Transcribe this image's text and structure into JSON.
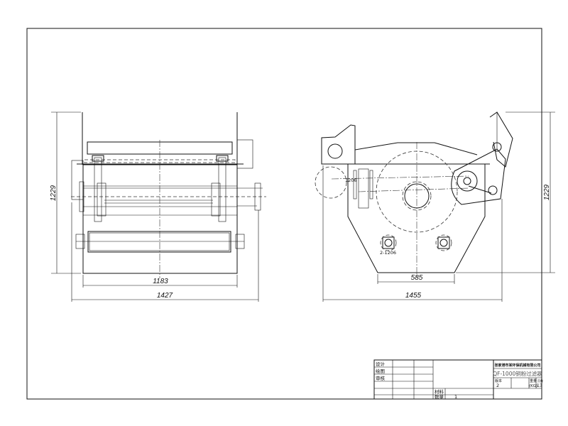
{
  "drawing": {
    "front_view": {
      "height_dim": "1229",
      "inner_width_dim": "1183",
      "overall_width_dim": "1427"
    },
    "side_view": {
      "height_dim": "1229",
      "bottom_width_dim": "585",
      "overall_width_dim": "1455",
      "bearing_label": "1206",
      "bearing_label_2": "2-1206"
    }
  },
  "title_block": {
    "designed": "设计",
    "drawn": "绘图",
    "checked": "审核",
    "material_label": "材料",
    "quantity_label": "数量",
    "quantity_value": "1",
    "company": "张家港市某环保机械有限公司",
    "product_name": "QF-1000铜粉过滤器",
    "version_label": "版本",
    "version_value": "2",
    "weight_label": "重量",
    "weight_unit": "(KG)",
    "pages_label": "页数",
    "pages_value": "13"
  }
}
